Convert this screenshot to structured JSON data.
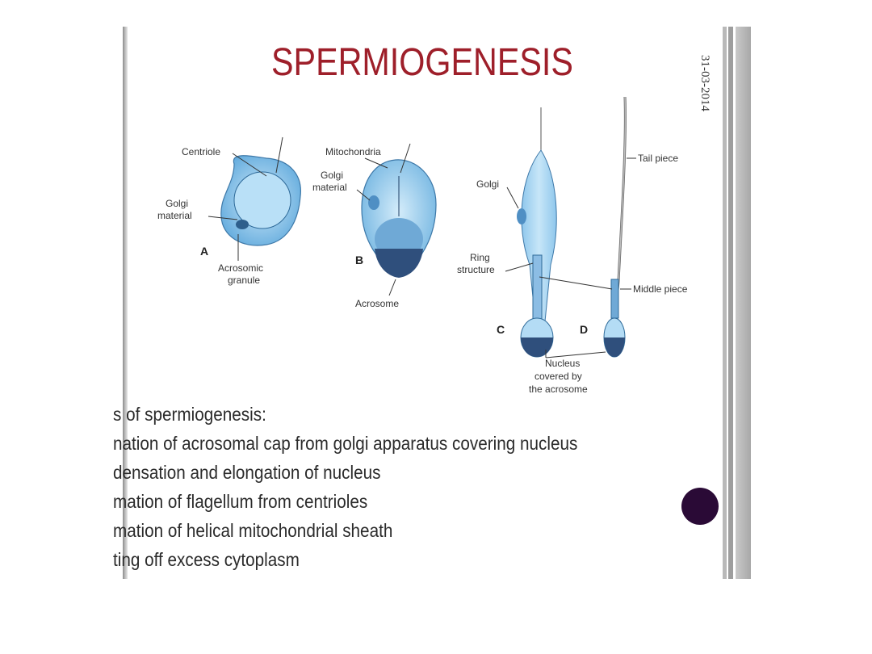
{
  "slide": {
    "title": "SPERMIOGENESIS",
    "date": "31-03-2014"
  },
  "figure": {
    "panel_letters": [
      "A",
      "B",
      "C",
      "D"
    ],
    "labels": {
      "centriole": "Centriole",
      "golgi_a_line1": "Golgi",
      "golgi_a_line2": "material",
      "acrosomic_line1": "Acrosomic",
      "acrosomic_line2": "granule",
      "mitochondria": "Mitochondria",
      "golgi_b_line1": "Golgi",
      "golgi_b_line2": "material",
      "acrosome": "Acrosome",
      "golgi_c": "Golgi",
      "ring_line1": "Ring",
      "ring_line2": "structure",
      "tail_piece": "Tail piece",
      "middle_piece": "Middle piece",
      "nucleus_line1": "Nucleus",
      "nucleus_line2": "covered by",
      "nucleus_line3": "the acrosome"
    }
  },
  "bullets": [
    "s of spermiogenesis:",
    "nation of acrosomal cap from golgi apparatus covering nucleus",
    "densation and elongation of nucleus",
    "mation of flagellum from centrioles",
    "mation of helical mitochondrial sheath",
    "ting off excess cytoplasm"
  ],
  "colors": {
    "title": "#9e1f2a",
    "cell_fill": "#9fd0ee",
    "acrosome": "#2f4f7c",
    "accent_circle": "#2a0a36"
  }
}
